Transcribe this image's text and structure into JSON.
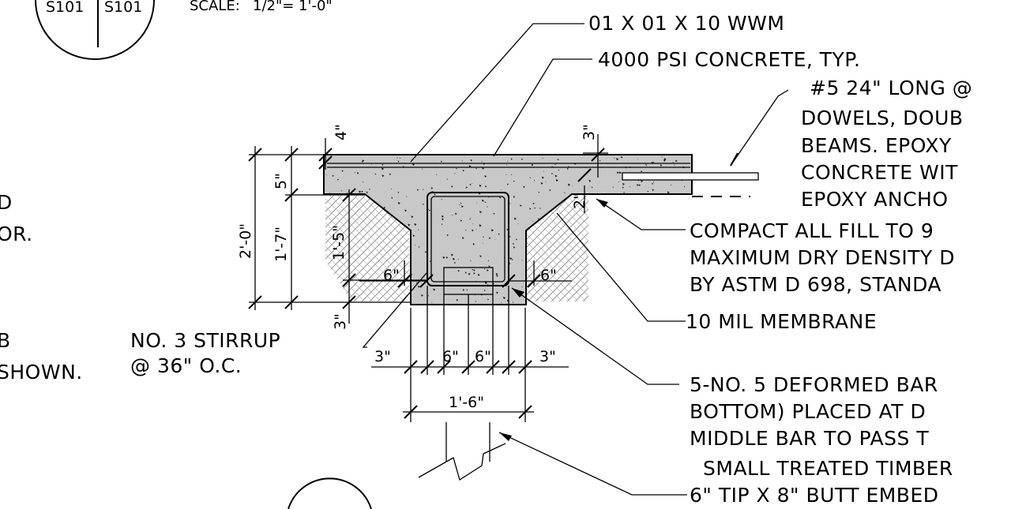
{
  "header": {
    "detail_ref_left": "S101",
    "detail_ref_right": "S101",
    "scale_label": "SCALE:",
    "scale_value": "1/2\"= 1'-0\""
  },
  "left_fragments": {
    "l1": "D",
    "l2": "OR.",
    "l3": "B",
    "l4": "SHOWN."
  },
  "notes": {
    "wwm": "01 X 01 X 10 WWM",
    "concrete": "4000 PSI CONCRETE, TYP.",
    "dowels_1": "#5 24\" LONG @",
    "dowels_2": "DOWELS, DOUB",
    "dowels_3": "BEAMS. EPOXY",
    "dowels_4": "CONCRETE WIT",
    "dowels_5": "EPOXY ANCHO",
    "compact_1": "COMPACT ALL FILL TO 9",
    "compact_2": "MAXIMUM DRY DENSITY D",
    "compact_3": "BY ASTM D 698, STANDA",
    "membrane": "10 MIL MEMBRANE",
    "stirrup_1": "NO. 3 STIRRUP",
    "stirrup_2": "@ 36\" O.C.",
    "bars_1": "5-NO. 5 DEFORMED BAR",
    "bars_2": "BOTTOM) PLACED AT D",
    "bars_3": "MIDDLE BAR TO PASS T",
    "timber_1": "SMALL TREATED TIMBER",
    "timber_2": "6\" TIP X 8\" BUTT EMBED"
  },
  "dimensions": {
    "overall_depth": "2'-0\"",
    "beam_depth": "1'-7\"",
    "slab_thickness": "5\"",
    "beam_below_slab": "1'-5\"",
    "bottom_cover": "3\"",
    "top_cover": "4\"",
    "right_cover": "3\"",
    "right_small": "2\"",
    "haunch_left": "6\"",
    "haunch_right": "6\"",
    "bottom_edge_left": "3\"",
    "bar_spacing_left": "6\"",
    "bar_spacing_right": "6\"",
    "bottom_edge_right": "3\"",
    "beam_width": "1'-6\""
  },
  "colors": {
    "linework": "#000000",
    "concrete_fill": "#c8c8c8",
    "aggregate": "#111111",
    "earth_hatch": "#8a8a8a"
  }
}
